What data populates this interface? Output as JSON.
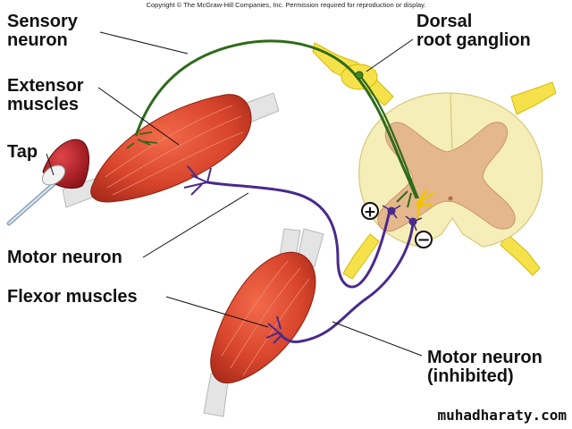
{
  "copyright": "Copyright © The McGraw-Hill Companies, Inc. Permission required for reproduction or display.",
  "labels": {
    "sensory_neuron": [
      "Sensory",
      "neuron"
    ],
    "dorsal_root_ganglion": [
      "Dorsal",
      "root ganglion"
    ],
    "extensor_muscles": [
      "Extensor",
      "muscles"
    ],
    "tap": "Tap",
    "motor_neuron": "Motor neuron",
    "flexor_muscles": "Flexor muscles",
    "motor_neuron_inhibited": [
      "Motor neuron",
      "(inhibited)"
    ]
  },
  "symbols": {
    "excitatory": "+",
    "inhibitory": "−"
  },
  "watermark": "muhadharaty.com",
  "colors": {
    "sensory_nerve": "#2e6b1a",
    "motor_nerve": "#4a2a8c",
    "interneuron": "#f2c400",
    "muscle": "#d8452c",
    "tendon": "#e4e4e4",
    "spinal_white_matter": "#f5eeb8",
    "spinal_gray_matter": "#e4b88c",
    "spinal_nerve": "#f5e24a"
  }
}
